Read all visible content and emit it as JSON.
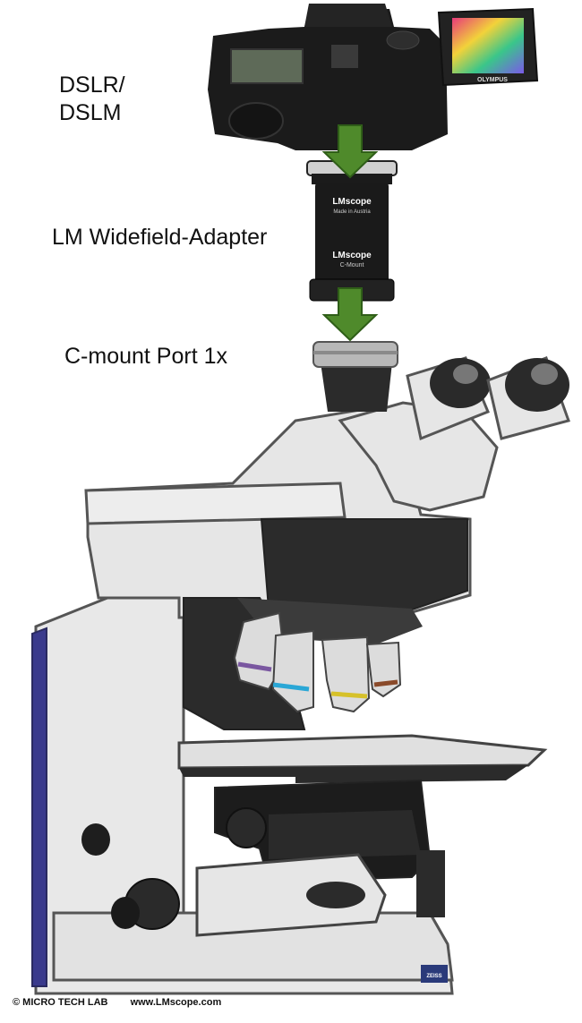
{
  "labels": {
    "camera_line1": "DSLR/",
    "camera_line2": "DSLM",
    "adapter": "LM Widefield-Adapter",
    "port": "C-mount Port 1x"
  },
  "adapter_body": {
    "brand_top": "LMscope",
    "made_in": "Made in Austria",
    "brand_bottom": "LMscope",
    "mount": "C-Mount"
  },
  "camera": {
    "brand": "OLYMPUS"
  },
  "footer": {
    "copyright": "© MICRO TECH LAB",
    "website": "www.LMscope.com"
  },
  "microscope": {
    "brand": "ZEISS"
  },
  "colors": {
    "arrow": "#4f8a2b",
    "frame_stripe": "#3a3a8c",
    "microscope_body": "#e6e6e6",
    "dark_parts": "#2b2b2b",
    "objective_rings": [
      "#7a57a0",
      "#2aa7d6",
      "#d6c12a",
      "#8a4a2a"
    ]
  },
  "icons": [
    "camera-icon",
    "adapter-icon",
    "arrow-down-icon",
    "microscope-icon"
  ]
}
